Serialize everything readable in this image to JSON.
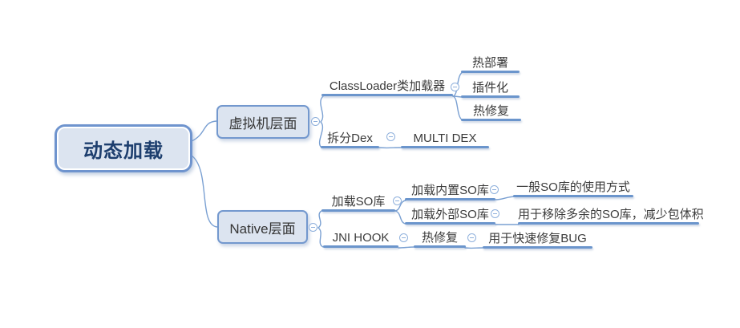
{
  "tree": {
    "label": "动态加载",
    "children": [
      {
        "label": "虚拟机层面",
        "children": [
          {
            "label": "ClassLoader类加载器",
            "children": [
              {
                "label": "热部署"
              },
              {
                "label": "插件化"
              },
              {
                "label": "热修复"
              }
            ]
          },
          {
            "label": "拆分Dex",
            "children": [
              {
                "label": "MULTI DEX"
              }
            ]
          }
        ]
      },
      {
        "label": "Native层面",
        "children": [
          {
            "label": "加载SO库",
            "children": [
              {
                "label": "加载内置SO库",
                "children": [
                  {
                    "label": "一般SO库的使用方式"
                  }
                ]
              },
              {
                "label": "加载外部SO库",
                "children": [
                  {
                    "label": "用于移除多余的SO库，减少包体积"
                  }
                ]
              }
            ]
          },
          {
            "label": "JNI HOOK",
            "children": [
              {
                "label": "热修复",
                "children": [
                  {
                    "label": "用于快速修复BUG"
                  }
                ]
              }
            ]
          }
        ]
      }
    ]
  },
  "icons": {
    "collapse": "minus-circle"
  },
  "colors": {
    "background": "#ffffff",
    "branch_line": "#7aa0d2",
    "topic_underline": "#6b95cc",
    "node_border": "#7398ce",
    "node_fill": "#dce4f0",
    "root_border": "#6f94ce",
    "root_text": "#1d3e6e",
    "topic_text": "#3b3b3b",
    "toggle_stroke": "#8fb0dc"
  }
}
